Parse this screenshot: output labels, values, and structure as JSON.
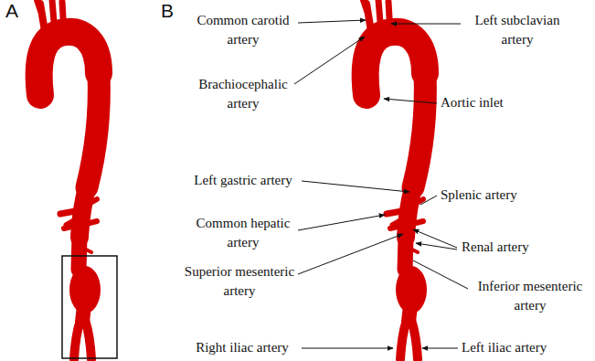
{
  "diagram": {
    "labels": [
      "A",
      "B",
      "Common carotid artery",
      "Brachiocephalic artery",
      "Left gastric artery",
      "Common hepatic artery",
      "Superior mesenteric artery",
      "Right iliac artery",
      "Left subclavian artery",
      "Aortic inlet",
      "Splenic artery",
      "Renal artery",
      "Inferior mesenteric artery",
      "Left iliac artery"
    ]
  }
}
